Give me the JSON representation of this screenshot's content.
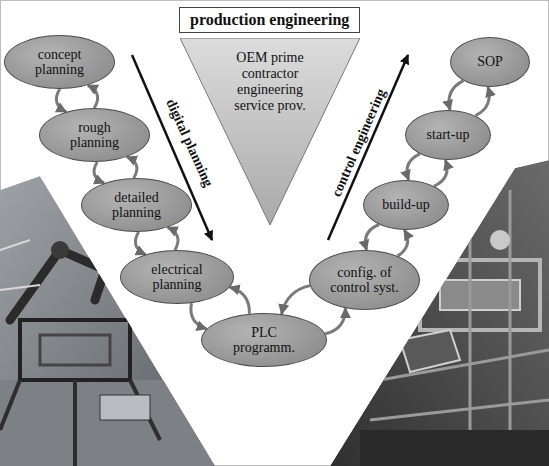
{
  "diagram": {
    "title": "production engineering",
    "nodes": [
      {
        "text": [
          "concept planning"
        ]
      },
      {
        "text": [
          "rough planning"
        ]
      },
      {
        "text": [
          "detailed planning"
        ]
      },
      {
        "text": [
          "electrical planning"
        ]
      },
      {
        "text": [
          "PLC programm."
        ]
      },
      {
        "text": [
          "config. of control syst."
        ]
      },
      {
        "text": [
          "build-up"
        ]
      },
      {
        "text": [
          "start-up"
        ]
      },
      {
        "text": [
          "SOP"
        ]
      },
      {
        "text": [
          "OEM prime contractor engineering service prov."
        ]
      }
    ],
    "edges": [
      {
        "from": 0,
        "to": 1,
        "arrow": "to"
      },
      {
        "from": 1,
        "to": 0,
        "arrow": "to"
      },
      {
        "from": 1,
        "to": 2,
        "arrow": "to"
      },
      {
        "from": 2,
        "to": 1,
        "arrow": "to"
      },
      {
        "from": 2,
        "to": 3,
        "arrow": "to"
      },
      {
        "from": 3,
        "to": 2,
        "arrow": "to"
      },
      {
        "from": 3,
        "to": 4,
        "arrow": "to"
      },
      {
        "from": 4,
        "to": 3,
        "arrow": "to"
      },
      {
        "from": 4,
        "to": 5,
        "arrow": "to"
      },
      {
        "from": 5,
        "to": 4,
        "arrow": "to"
      },
      {
        "from": 5,
        "to": 6,
        "arrow": "to"
      },
      {
        "from": 6,
        "to": 5,
        "arrow": "to"
      },
      {
        "from": 6,
        "to": 7,
        "arrow": "to"
      },
      {
        "from": 7,
        "to": 6,
        "arrow": "to"
      },
      {
        "from": 7,
        "to": 8,
        "arrow": "to"
      },
      {
        "from": 8,
        "to": 7,
        "arrow": "to"
      }
    ],
    "labels": [
      "digital planning",
      "control engineering"
    ]
  }
}
